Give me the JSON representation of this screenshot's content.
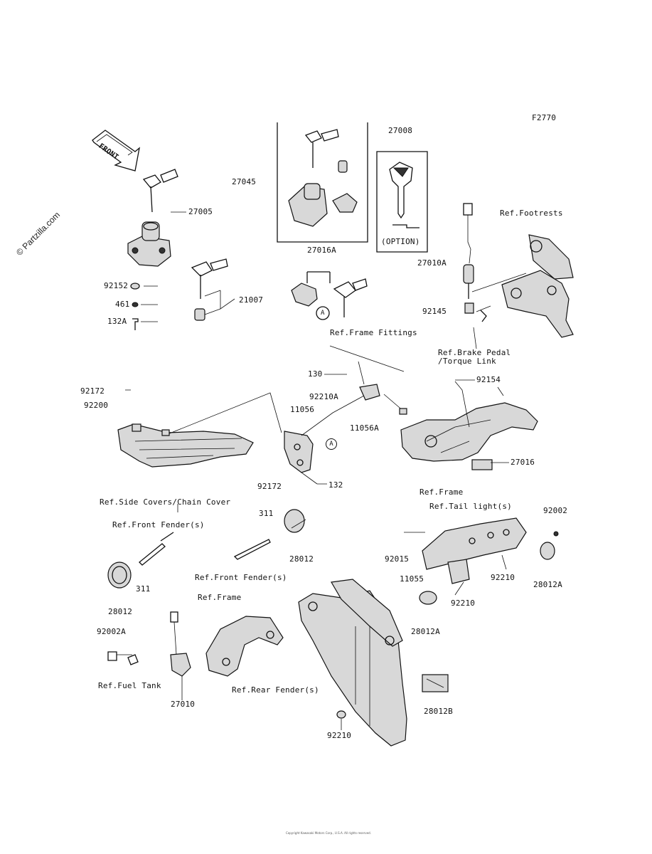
{
  "figure_code": "F2770",
  "front_arrow_label": "FRONT",
  "watermark": "© Partzilla.com",
  "callout_marker": "A",
  "option_box_label": "(OPTION)",
  "footer_text": "Copyright Kawasaki Motors Corp., U.S.A. All rights reserved.",
  "part_labels": [
    "27005",
    "27045",
    "27008",
    "27016A",
    "27010A",
    "92145",
    "21007",
    "92152",
    "461",
    "132A",
    "130",
    "92172",
    "92200",
    "11056",
    "92210A",
    "11056A",
    "92154",
    "27016",
    "92172",
    "132",
    "311",
    "28012",
    "311",
    "28012",
    "92015",
    "92002",
    "11055",
    "92210",
    "28012A",
    "92210",
    "28012A",
    "92002A",
    "27010",
    "28012B",
    "92210"
  ],
  "reference_labels": [
    "Ref.Footrests",
    "Ref.Frame Fittings",
    "Ref.Brake Pedal /Torque Link",
    "Ref.Side Covers/Chain Cover",
    "Ref.Front Fender(s)",
    "Ref.Frame",
    "Ref.Tail light(s)",
    "Ref.Front Fender(s)",
    "Ref.Frame",
    "Ref.Fuel Tank",
    "Ref.Rear Fender(s)"
  ]
}
